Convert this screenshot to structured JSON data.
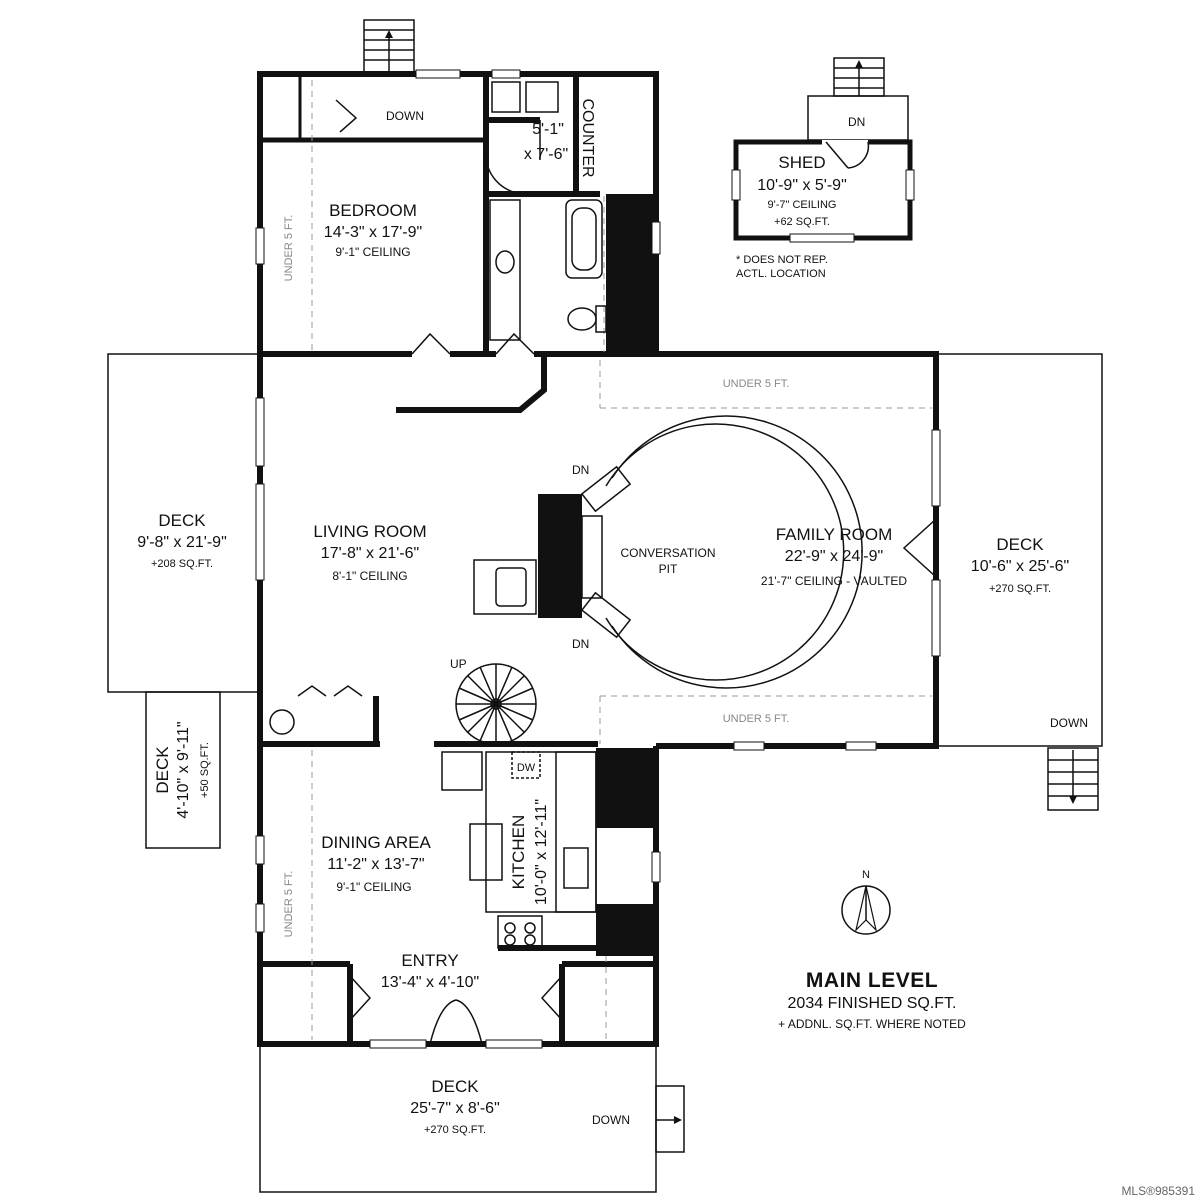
{
  "rooms": {
    "bedroom": {
      "name": "BEDROOM",
      "dims": "14'-3\" x 17'-9\"",
      "ceiling": "9'-1\" CEILING"
    },
    "bath": {
      "dims1": "5'-1\"",
      "dims2": "x 7'-6\"",
      "counter": "COUNTER"
    },
    "living": {
      "name": "LIVING ROOM",
      "dims": "17'-8\" x 21'-6\"",
      "ceiling": "8'-1\" CEILING"
    },
    "family": {
      "name": "FAMILY ROOM",
      "dims": "22'-9\" x 24'-9\"",
      "ceiling": "21'-7\" CEILING - VAULTED"
    },
    "pit": {
      "name1": "CONVERSATION",
      "name2": "PIT"
    },
    "dining": {
      "name": "DINING AREA",
      "dims": "11'-2\" x 13'-7\"",
      "ceiling": "9'-1\" CEILING"
    },
    "kitchen": {
      "name": "KITCHEN",
      "dims": "10'-0\" x 12'-11\"",
      "dw": "DW"
    },
    "entry": {
      "name": "ENTRY",
      "dims": "13'-4\" x 4'-10\""
    }
  },
  "decks": {
    "west": {
      "name": "DECK",
      "dims": "9'-8\" x 21'-9\"",
      "area": "+208 SQ.FT."
    },
    "east": {
      "name": "DECK",
      "dims": "10'-6\" x 25'-6\"",
      "area": "+270 SQ.FT."
    },
    "small": {
      "name": "DECK",
      "dims": "4'-10\" x 9'-11\"",
      "area": "+50 SQ.FT."
    },
    "south": {
      "name": "DECK",
      "dims": "25'-7\" x 8'-6\"",
      "area": "+270 SQ.FT."
    }
  },
  "shed": {
    "name": "SHED",
    "dims": "10'-9\" x 5'-9\"",
    "ceiling": "9'-7\" CEILING",
    "area": "+62 SQ.FT.",
    "note1": "* DOES NOT REP.",
    "note2": "ACTL. LOCATION",
    "dn": "DN"
  },
  "labels": {
    "down": "DOWN",
    "dn": "DN",
    "up": "UP",
    "under5": "UNDER 5 FT.",
    "north": "N"
  },
  "summary": {
    "title": "MAIN LEVEL",
    "finished": "2034 FINISHED SQ.FT.",
    "additional": "+ ADDNL. SQ.FT. WHERE NOTED"
  },
  "mls": "MLS®985391"
}
